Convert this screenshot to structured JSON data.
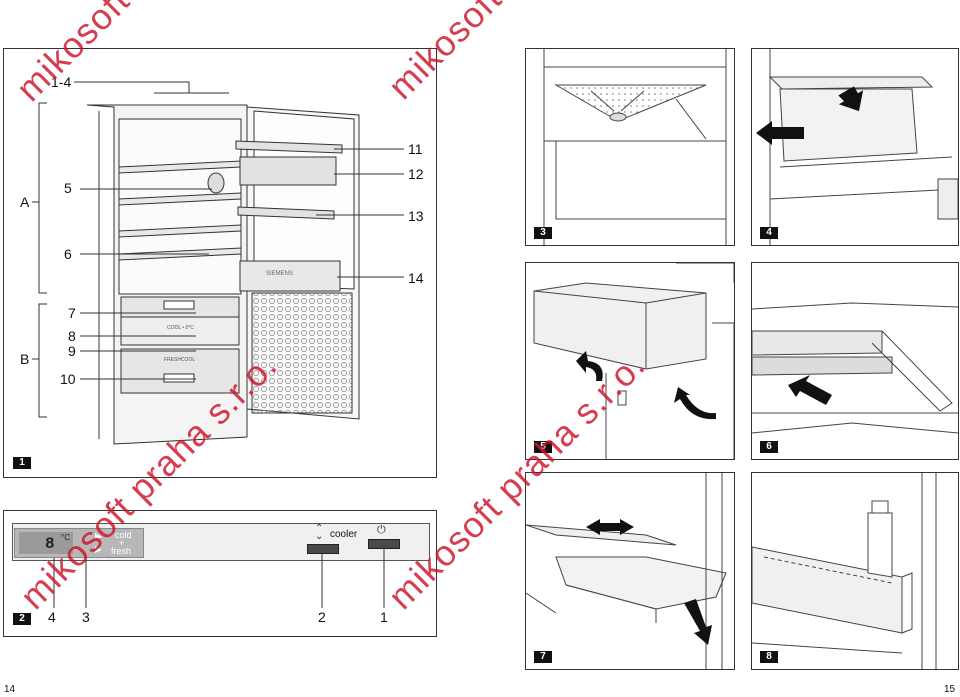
{
  "watermark": "mikosoft praha s.r.o.",
  "page_numbers": {
    "left": "14",
    "right": "15"
  },
  "figure1": {
    "number": "1",
    "labels": {
      "l1_4": "1-4",
      "A": "A",
      "B": "B",
      "l5": "5",
      "l6": "6",
      "l7": "7",
      "l8": "8",
      "l9": "9",
      "l10": "10",
      "l11": "11",
      "l12": "12",
      "l13": "13",
      "l14": "14"
    },
    "drawer_texts": {
      "cool": "COOL • 0°C",
      "fresh": "FRESHCOOL",
      "brand": "SIEMENS"
    }
  },
  "figure2": {
    "number": "2",
    "display_value": "8",
    "display_unit": "°C",
    "mode_text": {
      "cold": "cold",
      "plus": "+",
      "fresh": "fresh"
    },
    "cooler_text": "cooler",
    "power_symbol": "⏻",
    "callouts": {
      "c4": "4",
      "c3": "3",
      "c2": "2",
      "c1": "1"
    }
  },
  "figures_right": [
    "3",
    "4",
    "5",
    "6",
    "7",
    "8"
  ]
}
